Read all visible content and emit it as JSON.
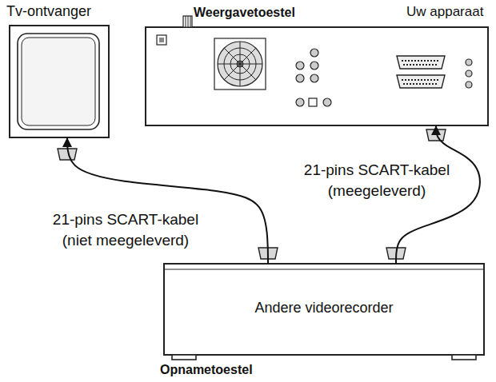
{
  "diagram": {
    "nodes": [
      {
        "text": [
          "Tv-ontvanger"
        ]
      },
      {
        "text": [
          "Weergavetoestel",
          "Uw apparaat"
        ]
      },
      {
        "text": [
          "Andere videorecorder",
          "Opnametoestel"
        ]
      }
    ],
    "edges": [
      {
        "from": 2,
        "to": 0,
        "arrow": "to",
        "label": "21-pins SCART-kabel (niet meegeleverd)"
      },
      {
        "from": 2,
        "to": 1,
        "arrow": "to",
        "label": "21-pins SCART-kabel (meegeleverd)"
      }
    ]
  }
}
